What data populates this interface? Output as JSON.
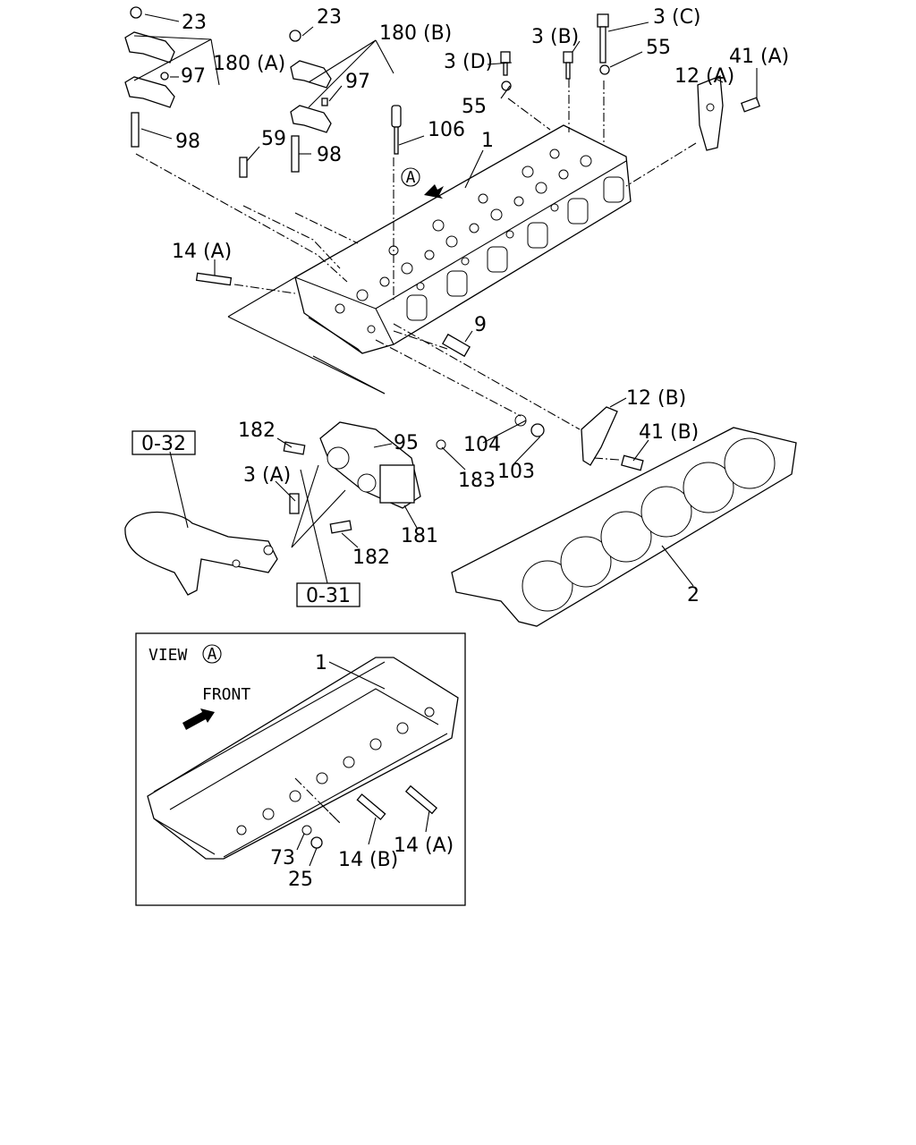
{
  "labels": {
    "p23a": "23",
    "p23b": "23",
    "p180b": "180 (B)",
    "p180a": "180 (A)",
    "p97a": "97",
    "p97b": "97",
    "p98a": "98",
    "p98b": "98",
    "p59": "59",
    "p106": "106",
    "p1": "1",
    "p3d": "3 (D)",
    "p3b": "3 (B)",
    "p3c": "3 (C)",
    "p55a": "55",
    "p55b": "55",
    "p41a": "41 (A)",
    "p12a": "12 (A)",
    "p14a": "14 (A)",
    "p9": "9",
    "p12b": "12 (B)",
    "p41b": "41 (B)",
    "p182a": "182",
    "p95": "95",
    "p104": "104",
    "p103": "103",
    "p183": "183",
    "p3a": "3 (A)",
    "p181": "181",
    "p182b": "182",
    "p2": "2"
  },
  "refs": {
    "ref032": "0-32",
    "ref031": "0-31"
  },
  "marker_a": "A",
  "view": {
    "title": "VIEW",
    "marker": "A",
    "front": "FRONT",
    "p1": "1",
    "p73": "73",
    "p25": "25",
    "p14b": "14 (B)",
    "p14a": "14 (A)"
  }
}
